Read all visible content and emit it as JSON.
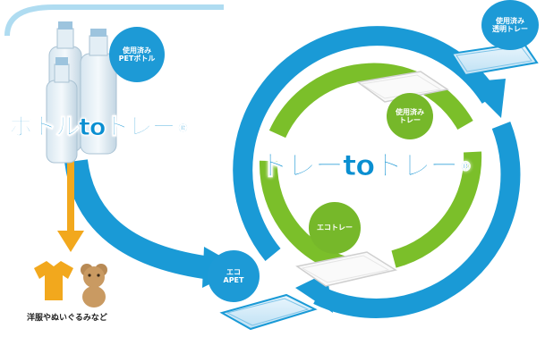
{
  "labels": {
    "used_pet_bottle": "使用済み\nPETボトル",
    "used_clear_tray": "使用済み\n透明トレー",
    "used_tray": "使用済み\nトレー",
    "eco_tray": "エコトレー",
    "eco_apet": "エコ\nAPET",
    "clothing_and_toys": "洋服やぬいぐるみなど"
  },
  "titles": {
    "bottle_to_tray": "ボトルtoトレー",
    "tray_to_tray": "トレーtoトレー",
    "registered_mark": "®"
  },
  "colors": {
    "blue_arrow": "#1a9ad6",
    "green_ring": "#7bbf2a",
    "bubble_blue": "#1d9ad6",
    "bubble_green": "#76b82a",
    "orange_arrow": "#f2a81d",
    "title_fill": "#0a8fd1"
  }
}
